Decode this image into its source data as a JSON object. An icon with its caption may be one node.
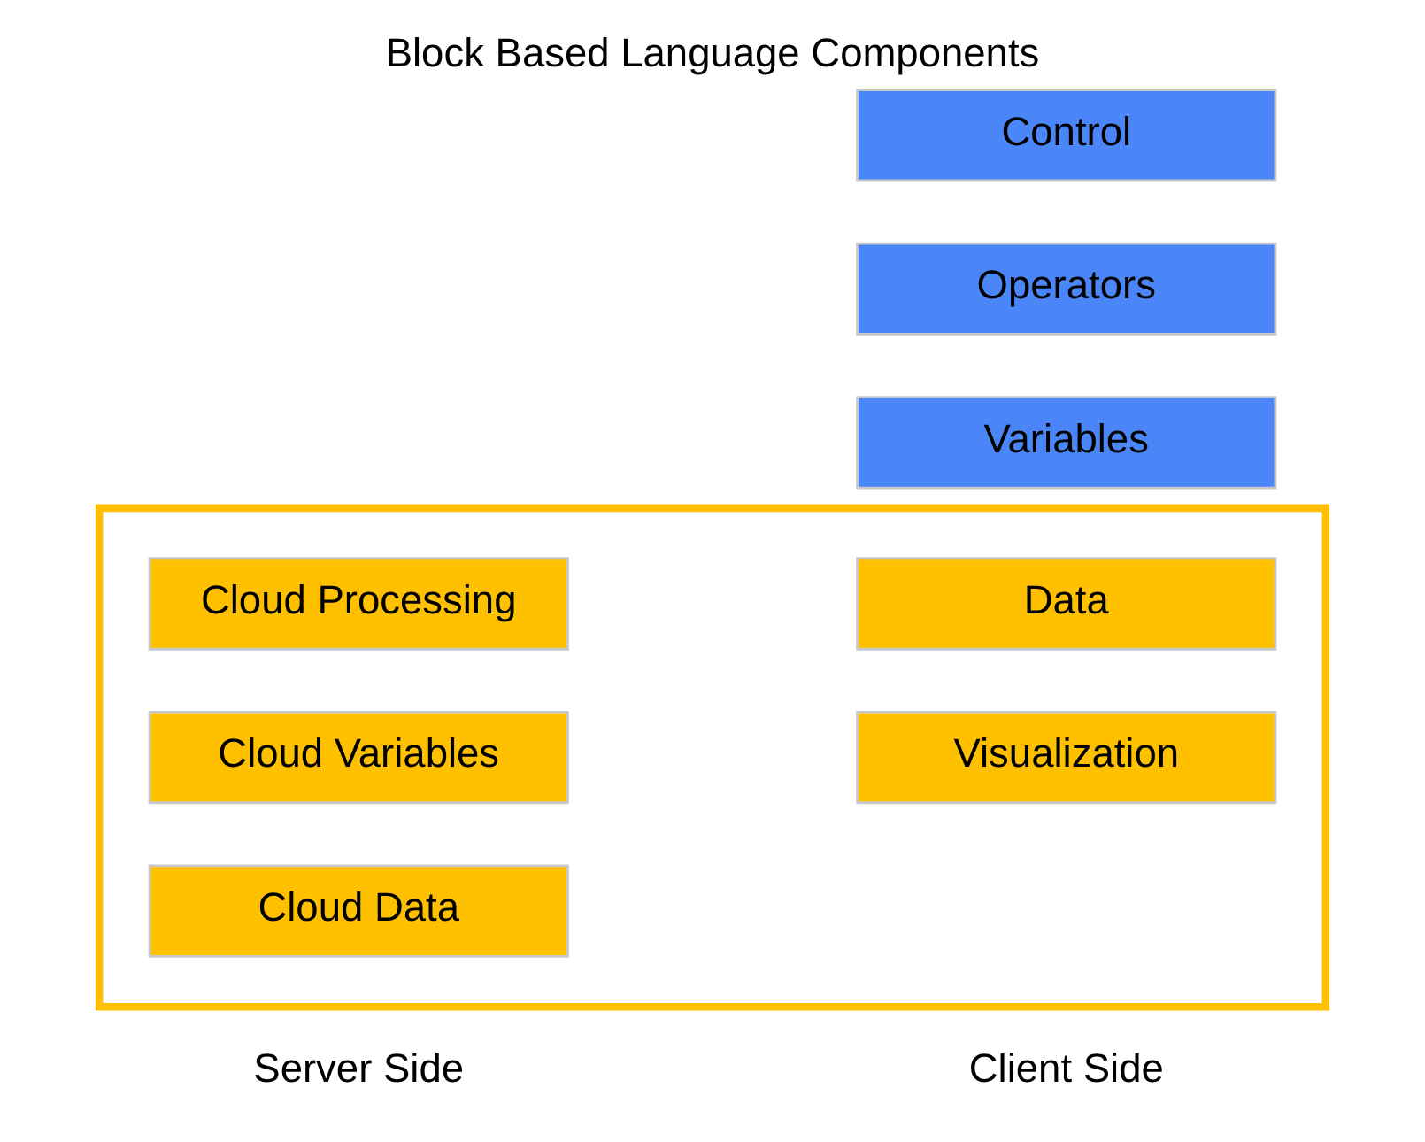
{
  "diagram": {
    "title": "Block Based Language Components",
    "nodes": [
      {
        "text": [
          "Control"
        ]
      },
      {
        "text": [
          "Operators"
        ]
      },
      {
        "text": [
          "Variables"
        ]
      },
      {
        "text": [],
        "shape": "box"
      },
      {
        "text": [
          "Data"
        ],
        "in": 3
      },
      {
        "text": [
          "Visualization"
        ],
        "in": 3
      },
      {
        "text": [
          "Cloud Processing"
        ],
        "in": 3
      },
      {
        "text": [
          "Cloud Variables"
        ],
        "in": 3
      },
      {
        "text": [
          "Cloud Data"
        ],
        "in": 3
      }
    ],
    "labels": [
      "Client Side",
      "Server Side"
    ]
  }
}
